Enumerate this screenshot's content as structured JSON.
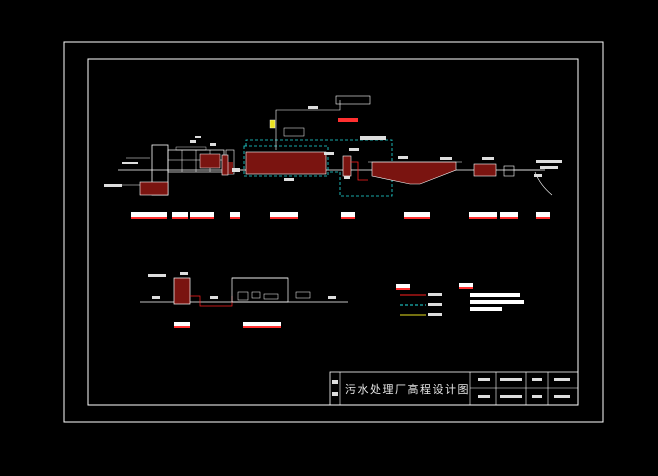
{
  "drawing": {
    "title": "污水处理厂高程设计图",
    "background": "#000000",
    "colors": {
      "frame": "#ffffff",
      "water_fill": "#7a1410",
      "pipe_red": "#ff2020",
      "pipe_cyan": "#22e0e0",
      "pipe_yellow": "#e8e020",
      "label_box": "#ffffff",
      "label_strip": "#ff3030"
    },
    "title_block": {
      "cells": [
        "",
        "",
        "",
        "",
        "",
        "",
        "",
        ""
      ]
    },
    "legend": {
      "items": [
        {
          "style": "solid",
          "color": "#ff2020"
        },
        {
          "style": "dashed",
          "color": "#22e0e0"
        },
        {
          "style": "solid",
          "color": "#e8e020"
        }
      ]
    }
  }
}
